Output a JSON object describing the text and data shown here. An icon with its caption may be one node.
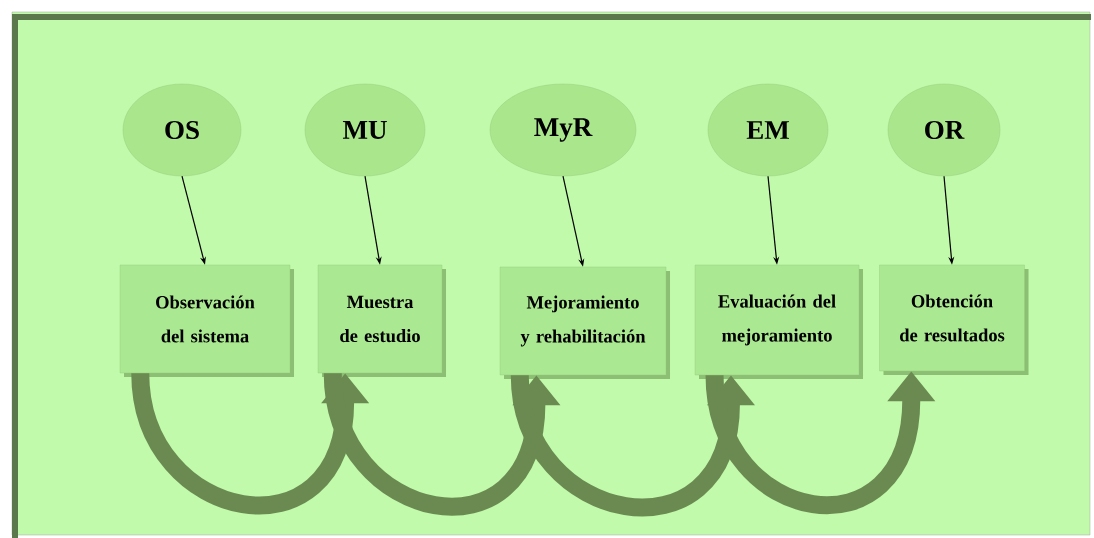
{
  "diagram": {
    "nodes": [
      {
        "text": [
          "OS"
        ]
      },
      {
        "text": [
          "MU"
        ]
      },
      {
        "text": [
          "MyR"
        ]
      },
      {
        "text": [
          "EM"
        ]
      },
      {
        "text": [
          "OR"
        ]
      },
      {
        "text": [
          "Observación del sistema"
        ]
      },
      {
        "text": [
          "Muestra de estudio"
        ]
      },
      {
        "text": [
          "Mejoramiento y rehabilitación"
        ]
      },
      {
        "text": [
          "Evaluación del mejoramiento"
        ]
      },
      {
        "text": [
          "Obtención de resultados"
        ]
      }
    ],
    "edges": [
      {
        "from": 0,
        "to": 5,
        "arrow": "to"
      },
      {
        "from": 1,
        "to": 6,
        "arrow": "to"
      },
      {
        "from": 2,
        "to": 7,
        "arrow": "to"
      },
      {
        "from": 3,
        "to": 8,
        "arrow": "to"
      },
      {
        "from": 4,
        "to": 9,
        "arrow": "to"
      },
      {
        "from": 5,
        "to": 6,
        "arrow": "to",
        "style": "thick",
        "color": "#6b8a52"
      },
      {
        "from": 6,
        "to": 7,
        "arrow": "to",
        "style": "thick",
        "color": "#6b8a52"
      },
      {
        "from": 7,
        "to": 8,
        "arrow": "to",
        "style": "thick",
        "color": "#6b8a52"
      },
      {
        "from": 8,
        "to": 9,
        "arrow": "to",
        "style": "thick",
        "color": "#6b8a52"
      }
    ]
  }
}
